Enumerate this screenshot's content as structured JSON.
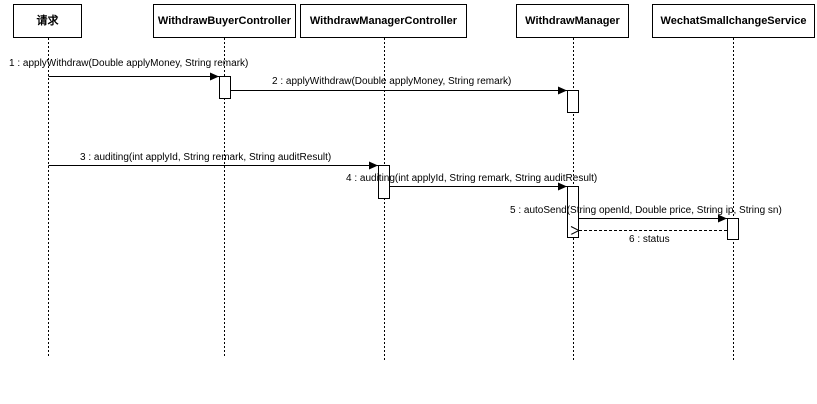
{
  "lifelines": [
    {
      "id": "req",
      "title": "请求"
    },
    {
      "id": "buyer",
      "title": "WithdrawBuyerController"
    },
    {
      "id": "manager_ctrl",
      "title": "WithdrawManagerController"
    },
    {
      "id": "manager",
      "title": "WithdrawManager"
    },
    {
      "id": "wechat",
      "title": "WechatSmallchangeService"
    }
  ],
  "messages": [
    {
      "label": "1 : applyWithdraw(Double applyMoney, String remark)",
      "from": "req",
      "to": "buyer",
      "kind": "call"
    },
    {
      "label": "2 : applyWithdraw(Double applyMoney, String remark)",
      "from": "buyer",
      "to": "manager",
      "kind": "call"
    },
    {
      "label": "3 : auditing(int applyId, String remark, String auditResult)",
      "from": "req",
      "to": "manager_ctrl",
      "kind": "call"
    },
    {
      "label": "4 : auditing(int applyId, String remark, String auditResult)",
      "from": "manager_ctrl",
      "to": "manager",
      "kind": "call"
    },
    {
      "label": "5 : autoSend(String openId, Double price, String ip, String sn)",
      "from": "manager",
      "to": "wechat",
      "kind": "call"
    },
    {
      "label": "6 : status",
      "from": "wechat",
      "to": "manager",
      "kind": "return"
    }
  ]
}
